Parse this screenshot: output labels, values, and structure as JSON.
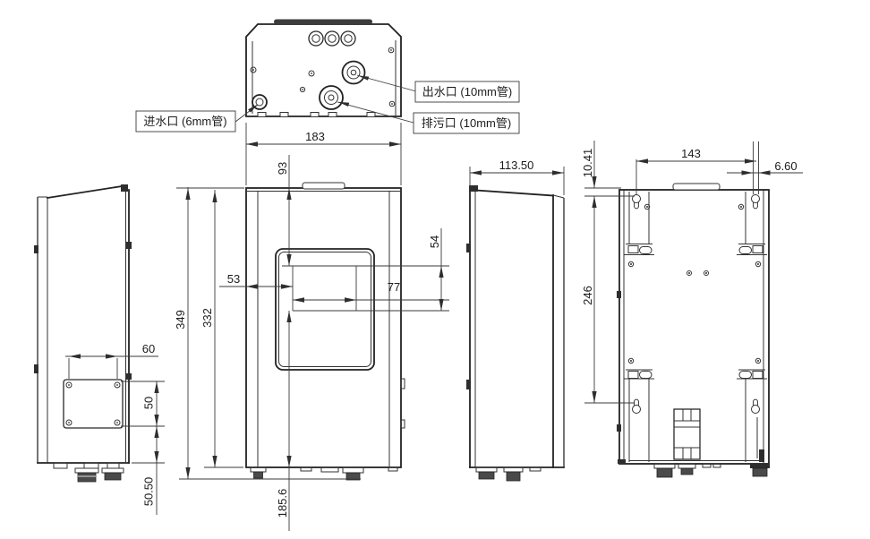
{
  "port_labels": {
    "inlet": "进水口 (6mm管)",
    "outlet": "出水口 (10mm管)",
    "drain": "排污口 (10mm管)"
  },
  "dimensions": {
    "top_width": "183",
    "front_top_to_window": "93",
    "front_left_to_window": "53",
    "front_window_width": "77",
    "front_window_height": "54",
    "front_total_height": "349",
    "front_body_height": "332",
    "front_window_to_bottom": "185.6",
    "side_panel_width": "60",
    "side_panel_height": "50",
    "side_panel_to_bottom": "50.50",
    "side_depth": "113.50",
    "back_hole_spacing_h": "143",
    "back_slot_width": "6.60",
    "back_top_to_hole": "10.41",
    "back_hole_spacing_v": "246"
  }
}
